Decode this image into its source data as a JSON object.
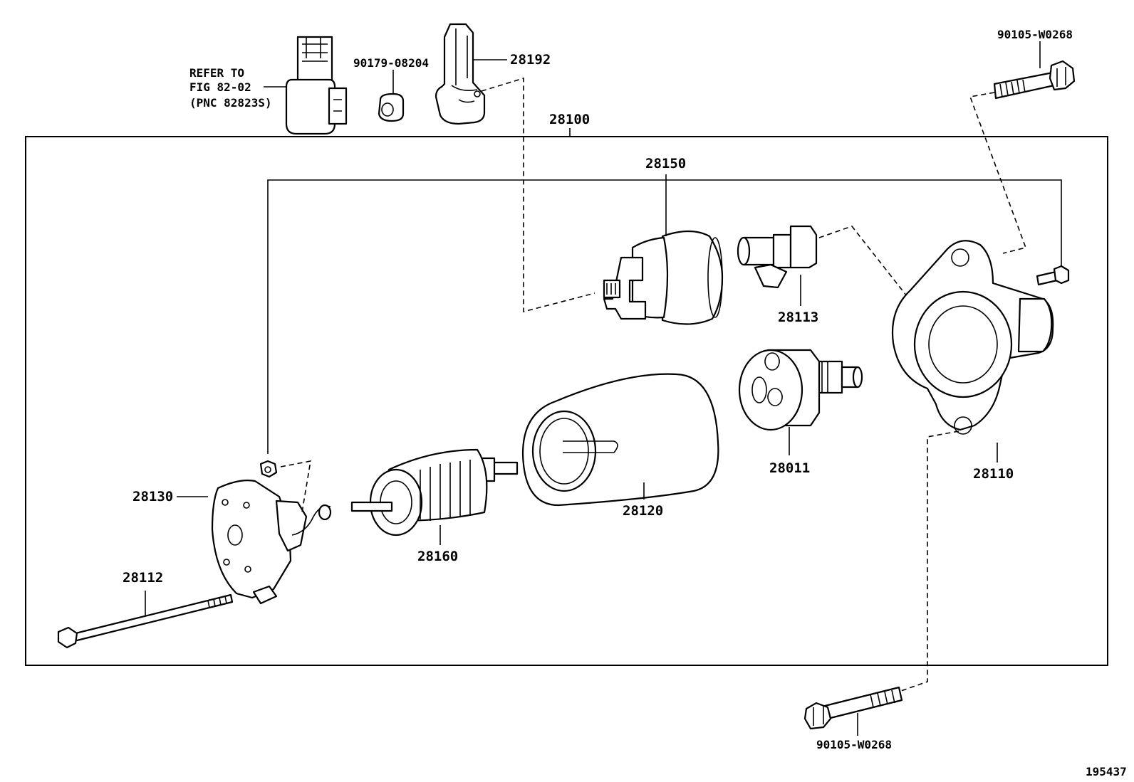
{
  "labels": {
    "p28100": "28100",
    "p28150": "28150",
    "p28113": "28113",
    "p28110": "28110",
    "p28011": "28011",
    "p28120": "28120",
    "p28160": "28160",
    "p28130": "28130",
    "p28112": "28112",
    "p28192": "28192",
    "p90179": "90179-08204",
    "bolt_top": "90105-W0268",
    "bolt_bottom": "90105-W0268"
  },
  "refer": {
    "line1": "REFER TO",
    "line2": "FIG 82-02",
    "line3": "(PNC 82823S)"
  },
  "figure_number": "195437",
  "icons": [
    "connector-icon",
    "grommet-icon",
    "terminal-cover-icon",
    "bolt-icon",
    "solenoid-icon",
    "plunger-icon",
    "housing-icon",
    "clutch-icon",
    "yoke-icon",
    "armature-icon",
    "end-frame-icon",
    "through-bolt-icon",
    "nut-icon"
  ]
}
